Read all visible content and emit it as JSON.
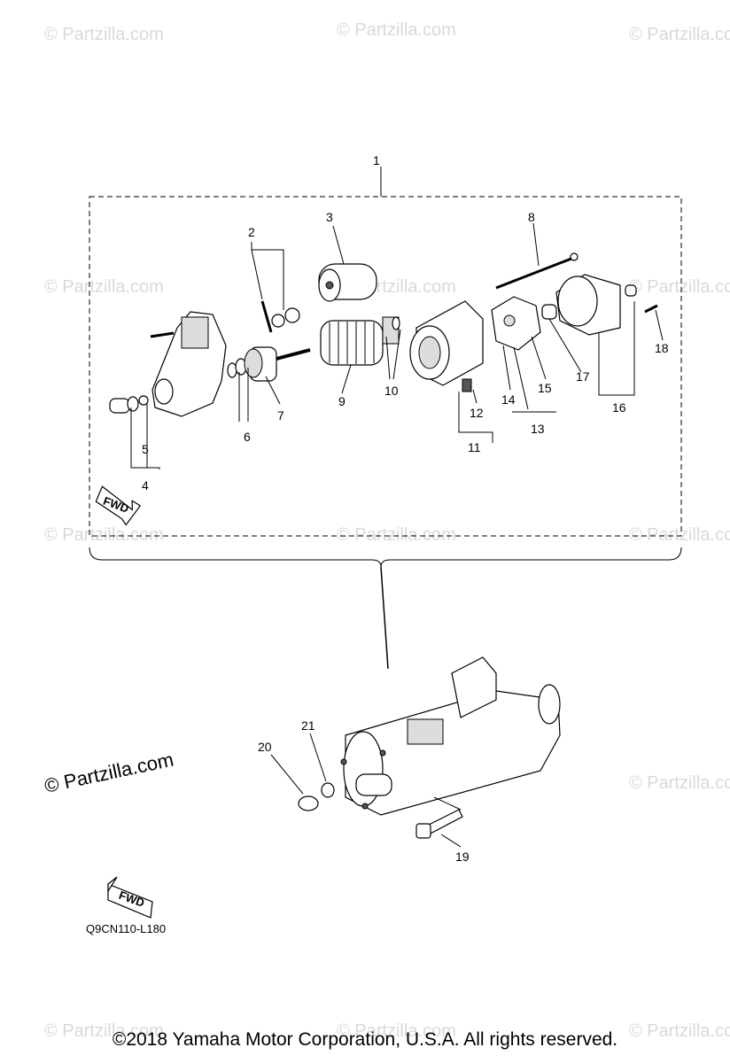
{
  "diagram": {
    "figure_code": "Q9CN110-L180",
    "fwd_label": "FWD",
    "copyright": "©2018 Yamaha Motor Corporation, U.S.A. All rights reserved.",
    "watermark": "© Partzilla.com",
    "callouts": [
      "1",
      "2",
      "3",
      "4",
      "5",
      "6",
      "7",
      "8",
      "9",
      "10",
      "11",
      "12",
      "13",
      "14",
      "15",
      "16",
      "17",
      "18",
      "19",
      "20",
      "21"
    ]
  }
}
